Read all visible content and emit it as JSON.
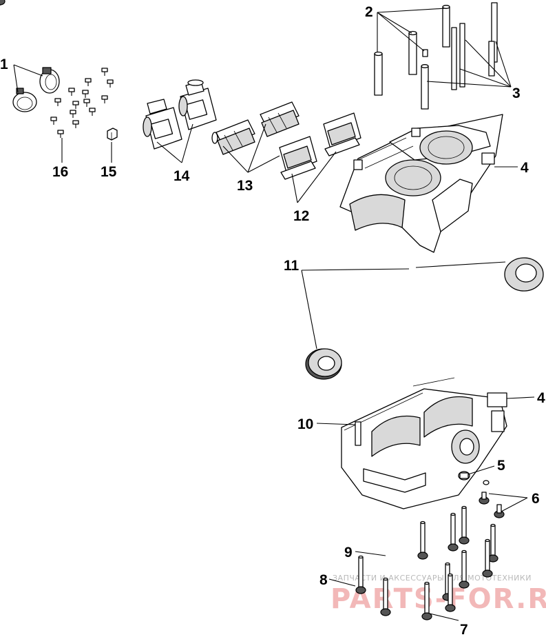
{
  "callouts": {
    "c1": "1",
    "c2": "2",
    "c3": "3",
    "c4_top": "4",
    "c4_bottom": "4",
    "c5": "5",
    "c6": "6",
    "c7": "7",
    "c8": "8",
    "c9": "9",
    "c10": "10",
    "c11": "11",
    "c12": "12",
    "c13": "13",
    "c14": "14",
    "c15": "15",
    "c16": "16"
  },
  "watermark": {
    "tagline": "ЗАПЧАСТИ И АКСЕССУАРЫ ДЛЯ МОТОТЕХНИКИ",
    "brand": "PARTS-FOR.RU",
    "color": "#f2b8b8"
  }
}
